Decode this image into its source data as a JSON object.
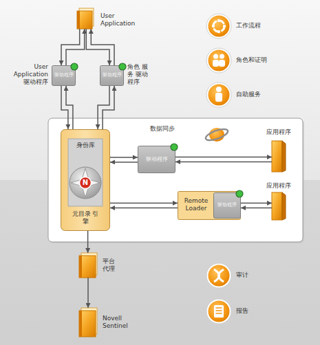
{
  "diagram": {
    "nodes": [
      {
        "text": [
          "User Application"
        ]
      },
      {
        "text": [
          "驱动程序",
          "User Application 驱动程序"
        ]
      },
      {
        "text": [
          "驱动程序",
          "角色 服务 驱动程序"
        ]
      },
      {
        "text": [
          "工作流程"
        ]
      },
      {
        "text": [
          "角色和证明"
        ]
      },
      {
        "text": [
          "自助服务"
        ]
      },
      {
        "text": [
          "身份库",
          "元目录 引擎"
        ]
      },
      {
        "text": [
          "驱动程序"
        ]
      },
      {
        "text": [
          "应用程序"
        ]
      },
      {
        "text": [
          "Remote Loader"
        ]
      },
      {
        "text": [
          "驱动程序"
        ],
        "in": 9
      },
      {
        "text": [
          "应用程序"
        ]
      },
      {
        "text": [
          "平台 代理"
        ]
      },
      {
        "text": [
          "审计"
        ]
      },
      {
        "text": [
          "报告"
        ]
      },
      {
        "text": [
          "Novell Sentinel"
        ]
      }
    ],
    "edges": [
      {
        "from": 0,
        "to": 1,
        "arrow": "both"
      },
      {
        "from": 0,
        "to": 2,
        "arrow": "both"
      },
      {
        "from": 1,
        "to": 6,
        "arrow": "both"
      },
      {
        "from": 2,
        "to": 6,
        "arrow": "both"
      },
      {
        "from": 6,
        "to": 7,
        "arrow": "both"
      },
      {
        "from": 7,
        "to": 8,
        "arrow": "both"
      },
      {
        "from": 6,
        "to": 9,
        "arrow": "both"
      },
      {
        "from": 10,
        "to": 11,
        "arrow": "both"
      },
      {
        "from": 6,
        "to": 12,
        "arrow": "to"
      },
      {
        "from": 12,
        "to": 15,
        "arrow": "to"
      }
    ],
    "labels": [
      "数据同步",
      "N"
    ]
  }
}
